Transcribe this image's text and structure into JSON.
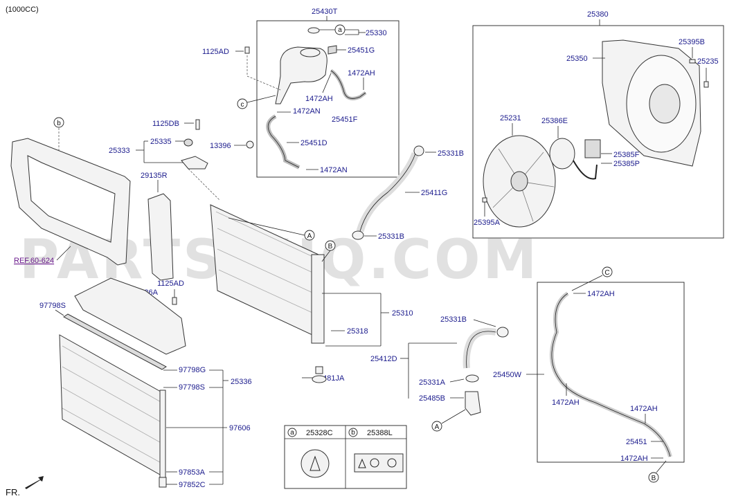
{
  "header": {
    "engine_label": "(1000CC)"
  },
  "footer": {
    "front_label": "FR."
  },
  "watermark": "PARTSOUQ.COM",
  "reference": {
    "label": "REF.60-624"
  },
  "colors": {
    "label": "#1a1a8c",
    "ref": "#6a1a8c",
    "watermark": "#c9c9c9"
  },
  "callouts": {
    "a": "a",
    "b": "b",
    "c": "c",
    "A": "A",
    "B": "B",
    "C": "C"
  },
  "parts": {
    "p25430T": "25430T",
    "p25330": "25330",
    "p25451G": "25451G",
    "p1125AD_top": "1125AD",
    "p1472AH_1": "1472AH",
    "p1472AH_2": "1472AH",
    "p1472AN_1": "1472AN",
    "p25451F": "25451F",
    "p13396": "13396",
    "p25451D": "25451D",
    "p1472AN_2": "1472AN",
    "p1125DB": "1125DB",
    "p25335": "25335",
    "p25333": "25333",
    "p29135R": "29135R",
    "p25331B_top": "25331B",
    "p25411G": "25411G",
    "p25331B_mid": "25331B",
    "p25380": "25380",
    "p25395B": "25395B",
    "p25350": "25350",
    "p25235": "25235",
    "p25231": "25231",
    "p25386E": "25386E",
    "p25385F": "25385F",
    "p25385P": "25385P",
    "p25395A": "25395A",
    "p1125AD_mid": "1125AD",
    "p29136A": "29136A",
    "p97798S_top": "97798S",
    "p25310": "25310",
    "p25318": "25318",
    "p25331B_low": "25331B",
    "p25412D": "25412D",
    "p1481JA": "1481JA",
    "p25331A": "25331A",
    "p25485B": "25485B",
    "p97798G": "97798G",
    "p97798S_low": "97798S",
    "p25336": "25336",
    "p97606": "97606",
    "p97853A": "97853A",
    "p97852C": "97852C",
    "p25450W": "25450W",
    "p1472AH_r1": "1472AH",
    "p1472AH_r2": "1472AH",
    "p1472AH_r3": "1472AH",
    "p25451": "25451",
    "p1472AH_r4": "1472AH"
  },
  "legend": {
    "a_code": "25328C",
    "b_code": "25388L"
  }
}
